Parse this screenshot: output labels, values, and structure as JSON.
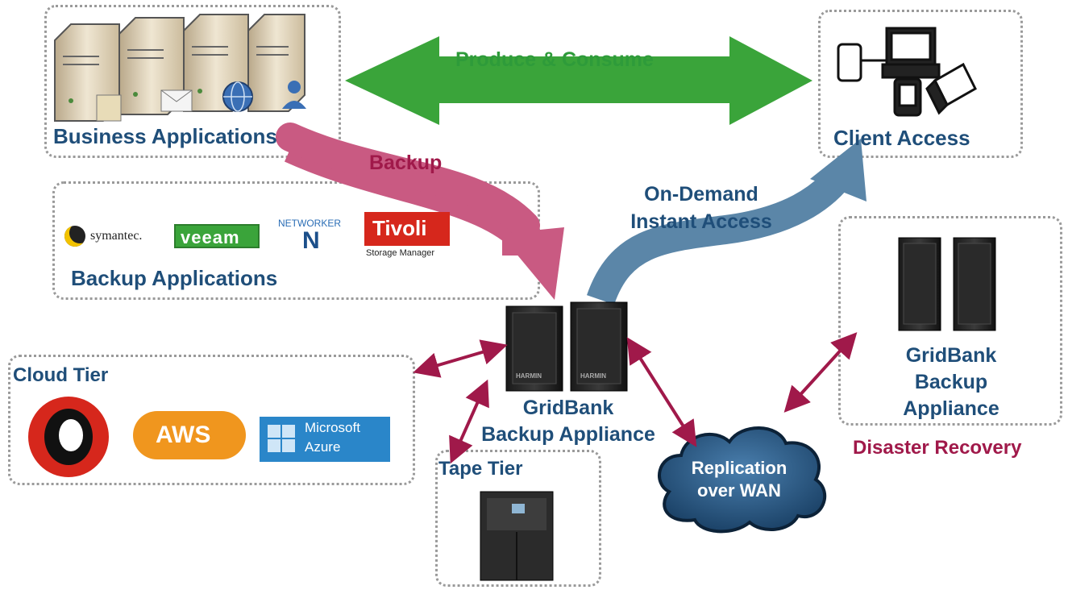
{
  "boxes": {
    "business": "Business Applications",
    "client": "Client Access",
    "backup_apps": "Backup Applications",
    "cloud": "Cloud Tier",
    "tape": "Tape Tier",
    "dr_appliance": "GridBank\nBackup\nAppliance",
    "dr": "Disaster Recovery"
  },
  "arrows": {
    "produce": "Produce & Consume",
    "backup": "Backup",
    "on_demand": "On-Demand\nInstant Access"
  },
  "center": {
    "appliance": "GridBank\nBackup Appliance",
    "replication": "Replication\nover WAN"
  },
  "logos": {
    "symantec": "symantec.",
    "veeam": "veeam",
    "networker": "NETWORKER",
    "tivoli": "Tivoli",
    "tivoli_sub": "Storage Manager",
    "aws": "AWS",
    "azure_1": "Microsoft",
    "azure_2": "Azure",
    "rack_brand": "HARMIN"
  },
  "colors": {
    "green_arrow": "#3aa43a",
    "pink_arrow": "#c95a82",
    "blue_arrow": "#5b86a8",
    "connector": "#a0194a",
    "navy_text": "#1f4e79",
    "aws_orange": "#f0961e",
    "azure_blue": "#2a86c9",
    "tivoli_red": "#d6271c"
  }
}
